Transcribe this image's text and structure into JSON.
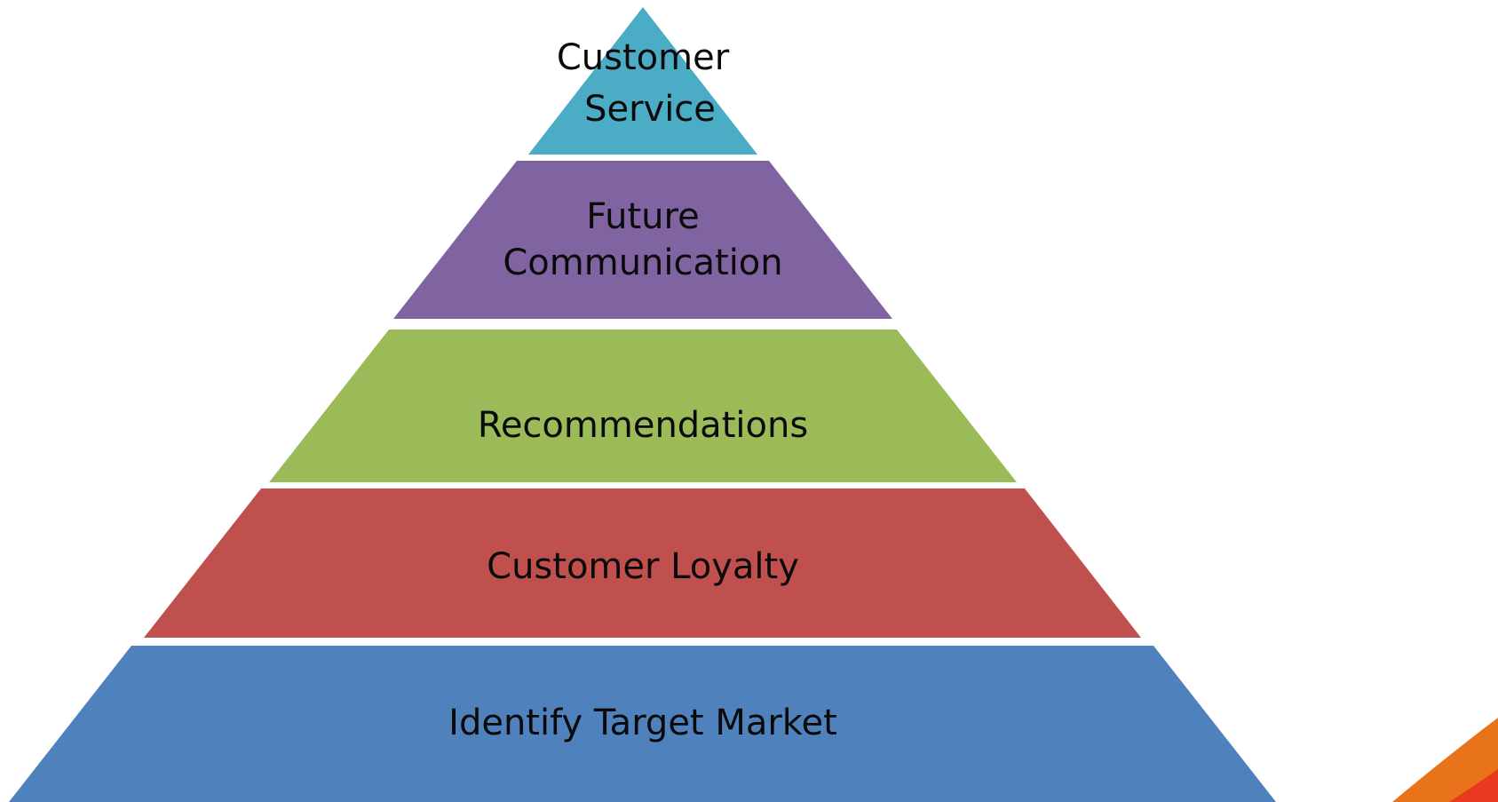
{
  "diagram": {
    "type": "pyramid",
    "levels": [
      {
        "id": "customer-service",
        "lines": [
          "Customer",
          "Service"
        ],
        "color": "#4BACC6"
      },
      {
        "id": "future-communication",
        "lines": [
          "Future",
          "Communication"
        ],
        "color": "#8064A2"
      },
      {
        "id": "recommendations",
        "lines": [
          "Recommendations"
        ],
        "color": "#9BBB59"
      },
      {
        "id": "customer-loyalty",
        "lines": [
          "Customer Loyalty"
        ],
        "color": "#C0504D"
      },
      {
        "id": "identify-target-market",
        "lines": [
          "Identify Target Market"
        ],
        "color": "#4F81BD"
      }
    ]
  },
  "decoration": {
    "swoosh_colors": [
      "#E8731A",
      "#E83A1F"
    ]
  }
}
